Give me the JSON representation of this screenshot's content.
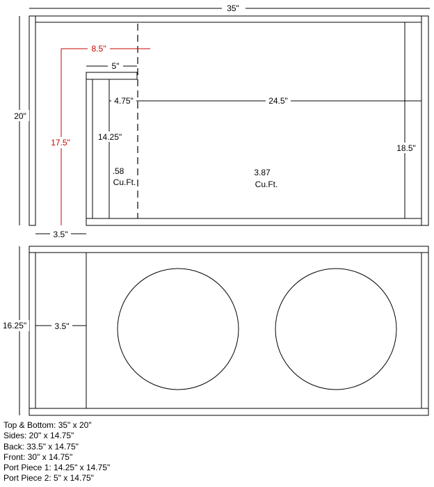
{
  "top_view": {
    "width_label": "35\"",
    "height_label": "20\"",
    "port_length_label": "17.5\"",
    "port_offset_label": "8.5\"",
    "port_cap_label": "5\"",
    "port_gap_label": "4.75\"",
    "chamber_length_label": "24.5\"",
    "port_piece_label": "14.25\"",
    "inner_height_label": "18.5\"",
    "port_volume_value": ".58",
    "port_volume_unit": "Cu.Ft.",
    "main_volume_value": "3.87",
    "main_volume_unit": "Cu.Ft.",
    "side_offset_label": "3.5\""
  },
  "front_view": {
    "height_label": "16.25\"",
    "port_width_label": "3.5\"",
    "driver_holes": 2
  },
  "cut_list": [
    "Top & Bottom: 35\" x 20\"",
    "Sides: 20\" x 14.75\"",
    "Back: 33.5\" x 14.75\"",
    "Front: 30\" x 14.75\"",
    "Port Piece 1: 14.25\" x 14.75\"",
    "Port Piece 2: 5\" x 14.75\""
  ],
  "colors": {
    "line": "#000000",
    "highlight": "#cc0000"
  }
}
